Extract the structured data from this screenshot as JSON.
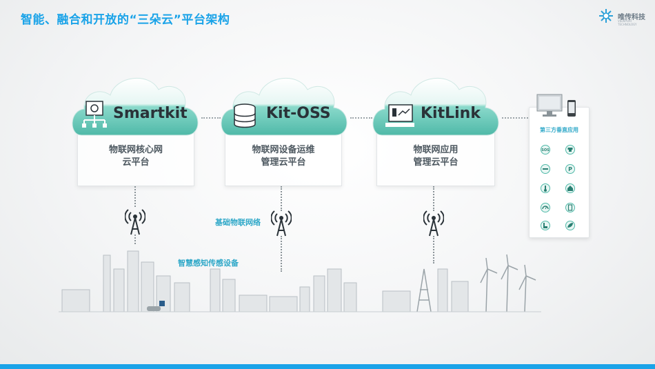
{
  "page": {
    "title": "智能、融合和开放的“三朵云”平台架构",
    "brand": "唯传科技",
    "brand_sub": "VIEWPORT TECHNOLOGY"
  },
  "clouds": [
    {
      "name": "Smartkit",
      "icon": "network-tree-icon",
      "desc_line1": "物联网核心网",
      "desc_line2": "云平台"
    },
    {
      "name": "Kit-OSS",
      "icon": "database-icon",
      "desc_line1": "物联网设备运维",
      "desc_line2": "管理云平台"
    },
    {
      "name": "KitLink",
      "icon": "monitor-chart-icon",
      "desc_line1": "物联网应用",
      "desc_line2": "管理云平台"
    }
  ],
  "third_party": {
    "title": "第三方垂直应用",
    "icons": [
      "sos-icon",
      "alarm-icon",
      "drone-icon",
      "parking-icon",
      "thermometer-icon",
      "home-icon",
      "gauge-icon",
      "meter-icon",
      "tank-icon",
      "leaf-icon"
    ]
  },
  "labels": {
    "network": "基础物联网络",
    "sensors": "智慧感知传感设备"
  },
  "colors": {
    "accent": "#1aa3e8",
    "cloud": "#6fcfc0",
    "label": "#2fa8c8"
  }
}
